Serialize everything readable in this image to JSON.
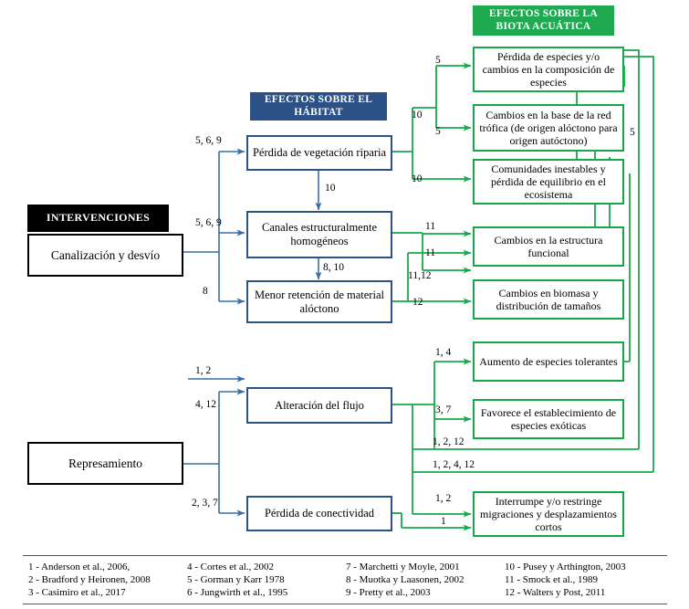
{
  "diagram": {
    "title_banners": {
      "interventions": "INTERVENCIONES",
      "habitat": "EFECTOS SOBRE EL HÁBITAT",
      "biota": "EFECTOS SOBRE LA BIOTA ACUÁTICA"
    },
    "colors": {
      "habitat_banner": "#2b5186",
      "biota_banner": "#1faa52",
      "interventions_banner": "#000000",
      "habitat_box_border": "#2b5186",
      "biota_box_border": "#17a84a",
      "intervention_box_border": "#000000",
      "habitat_edge": "#3a6ea5",
      "biota_edge": "#17a84a"
    },
    "interventions": [
      {
        "id": "canalizacion",
        "label": "Canalización y desvío"
      },
      {
        "id": "represamiento",
        "label": "Represamiento"
      }
    ],
    "habitat_effects": [
      {
        "id": "veg_riparia",
        "label": "Pérdida de vegetación riparia"
      },
      {
        "id": "canales_homog",
        "label": "Canales estructuralmente homogéneos"
      },
      {
        "id": "menor_retencion",
        "label": "Menor retención de material alóctono"
      },
      {
        "id": "alteracion_flujo",
        "label": "Alteración del flujo"
      },
      {
        "id": "perdida_conect",
        "label": "Pérdida de conectividad"
      }
    ],
    "biota_effects": [
      {
        "id": "perdida_especies",
        "label": "Pérdida de especies y/o cambios en la composición de especies"
      },
      {
        "id": "red_trofica",
        "label": "Cambios en la base de la red trófica (de origen alóctono para origen autóctono)"
      },
      {
        "id": "comunidades",
        "label": "Comunidades inestables y pérdida de equilibrio en el ecosistema"
      },
      {
        "id": "estructura_funcional",
        "label": "Cambios en la estructura funcional"
      },
      {
        "id": "biomasa",
        "label": "Cambios en biomasa y distribución de tamaños"
      },
      {
        "id": "especies_tolerantes",
        "label": "Aumento de especies tolerantes"
      },
      {
        "id": "especies_exoticas",
        "label": "Favorece el establecimiento de especies exóticas"
      },
      {
        "id": "migraciones",
        "label": "Interrumpe y/o restringe migraciones y desplazamientos cortos"
      }
    ],
    "edge_labels": {
      "canal_to_veg": "5, 6, 9",
      "canal_to_homog": "5, 6, 9",
      "canal_to_menor": "8",
      "veg_to_homog": "10",
      "homog_to_menor": "8, 10",
      "repres_to_flujo_a": "1, 2",
      "repres_to_flujo_b": "4, 12",
      "repres_to_conect": "2, 3, 7",
      "veg_out_top": "10",
      "veg_out_bottom": "10",
      "to_perdida_especies": "5",
      "to_red_trofica_a": "5",
      "to_estructura_a": "11",
      "to_estructura_b": "11",
      "to_biomasa_a": "11,12",
      "to_biomasa_b": "12",
      "to_tolerantes": "1, 4",
      "to_exoticas": "3, 7",
      "flujo_long_a": "1, 2, 12",
      "flujo_long_b": "1, 2, 4, 12",
      "to_migraciones_a": "1, 2",
      "to_migraciones_b": "1",
      "feedback_5": "5"
    },
    "references": [
      "1 - Anderson et al., 2006,",
      "2 - Bradford y Heironen, 2008",
      "3 - Casimiro et al., 2017",
      "4 - Cortes et al., 2002",
      "5 - Gorman y Karr 1978",
      "6 - Jungwirth et al., 1995",
      "7 - Marchetti y Moyle, 2001",
      "8 - Muotka y Laasonen, 2002",
      "9 - Pretty et al., 2003",
      "10 - Pusey y Arthington, 2003",
      "11 - Smock et al., 1989",
      "12 - Walters y Post, 2011"
    ]
  }
}
